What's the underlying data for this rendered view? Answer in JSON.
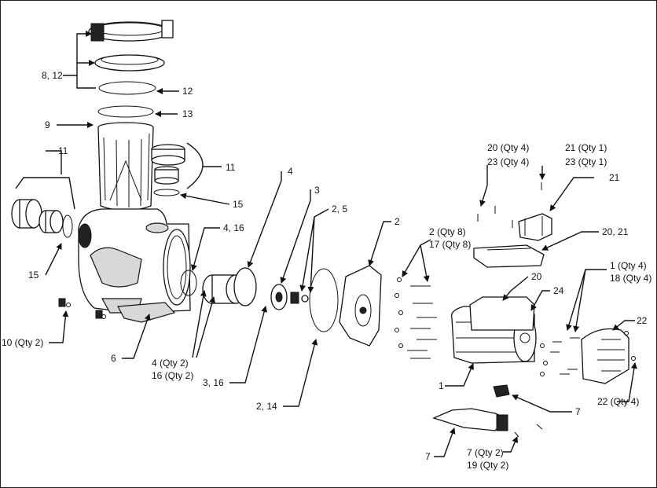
{
  "labels": {
    "l_8_12": "8, 12",
    "l_12": "12",
    "l_13": "13",
    "l_9": "9",
    "l_11_top": "11",
    "l_11_right": "11",
    "l_15_right": "15",
    "l_15_left": "15",
    "l_4_16": "4, 16",
    "l_4": "4",
    "l_3": "3",
    "l_2_5": "2, 5",
    "l_2": "2",
    "l_20_qty4": "20 (Qty 4)",
    "l_23_qty4": "23 (Qty 4)",
    "l_21_qty1": "21 (Qty 1)",
    "l_23_qty1": "23 (Qty 1)",
    "l_21": "21",
    "l_20_21": "20, 21",
    "l_2_qty8": "2 (Qty 8)",
    "l_17_qty8": "17 (Qty 8)",
    "l_1_qty4": "1 (Qty 4)",
    "l_18_qty4": "18 (Qty 4)",
    "l_20": "20",
    "l_24": "24",
    "l_22": "22",
    "l_10_qty2": "10 (Qty 2)",
    "l_6": "6",
    "l_4_qty2": "4 (Qty 2)",
    "l_16_qty2": "16 (Qty 2)",
    "l_3_16": "3, 16",
    "l_2_14": "2, 14",
    "l_1": "1",
    "l_7_right": "7",
    "l_22_qty4": "22 (Qty 4)",
    "l_7_left": "7",
    "l_7_qty2": "7 (Qty 2)",
    "l_19_qty2": "19 (Qty 2)"
  }
}
